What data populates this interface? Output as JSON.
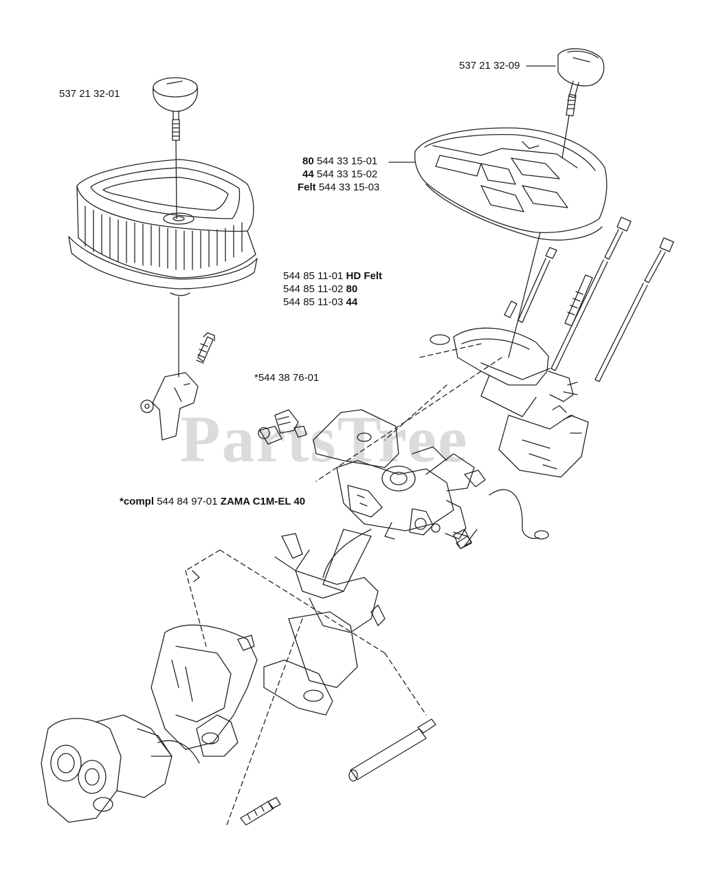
{
  "labels": {
    "knob_left": "537 21 32-01",
    "knob_right": "537 21 32-09",
    "cover_80_bold": "80",
    "cover_80_part": "544 33 15-01",
    "cover_44_bold": "44",
    "cover_44_part": "544 33 15-02",
    "cover_felt_bold": "Felt",
    "cover_felt_part": "544 33 15-03",
    "filter_hd_part": "544 85 11-01",
    "filter_hd_bold": "HD Felt",
    "filter_80_part": "544 85 11-02",
    "filter_80_bold": "80",
    "filter_44_part": "544 85 11-03",
    "filter_44_bold": "44",
    "kit": "*544 38 76-01",
    "carb_compl_bold": "*compl",
    "carb_part": "544 84 97-01",
    "carb_model_bold": "ZAMA C1M-EL 40"
  },
  "watermark": "PartsTree",
  "colors": {
    "line": "#222222",
    "watermark": "#cfcfcf"
  }
}
